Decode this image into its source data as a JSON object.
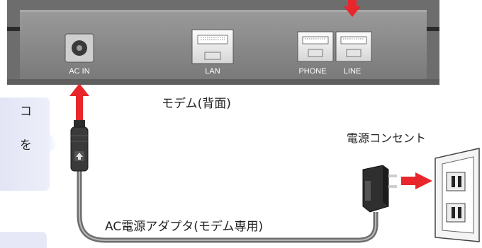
{
  "modem": {
    "caption": "モデム(背面)",
    "ports": {
      "ac_in": "AC IN",
      "lan": "LAN",
      "phone": "PHONE",
      "line": "LINE"
    }
  },
  "outlet_label": "電源コンセント",
  "adapter_label": "AC電源アダプタ(モデム専用)",
  "callouts": {
    "top_text_fragment": "コ",
    "mid_text_fragment": "を"
  },
  "colors": {
    "arrow_red": "#e8262b",
    "modem_body": "#8c8c8c",
    "callout_bg": "#e6e8f7",
    "cable": "#6e6e6e"
  }
}
